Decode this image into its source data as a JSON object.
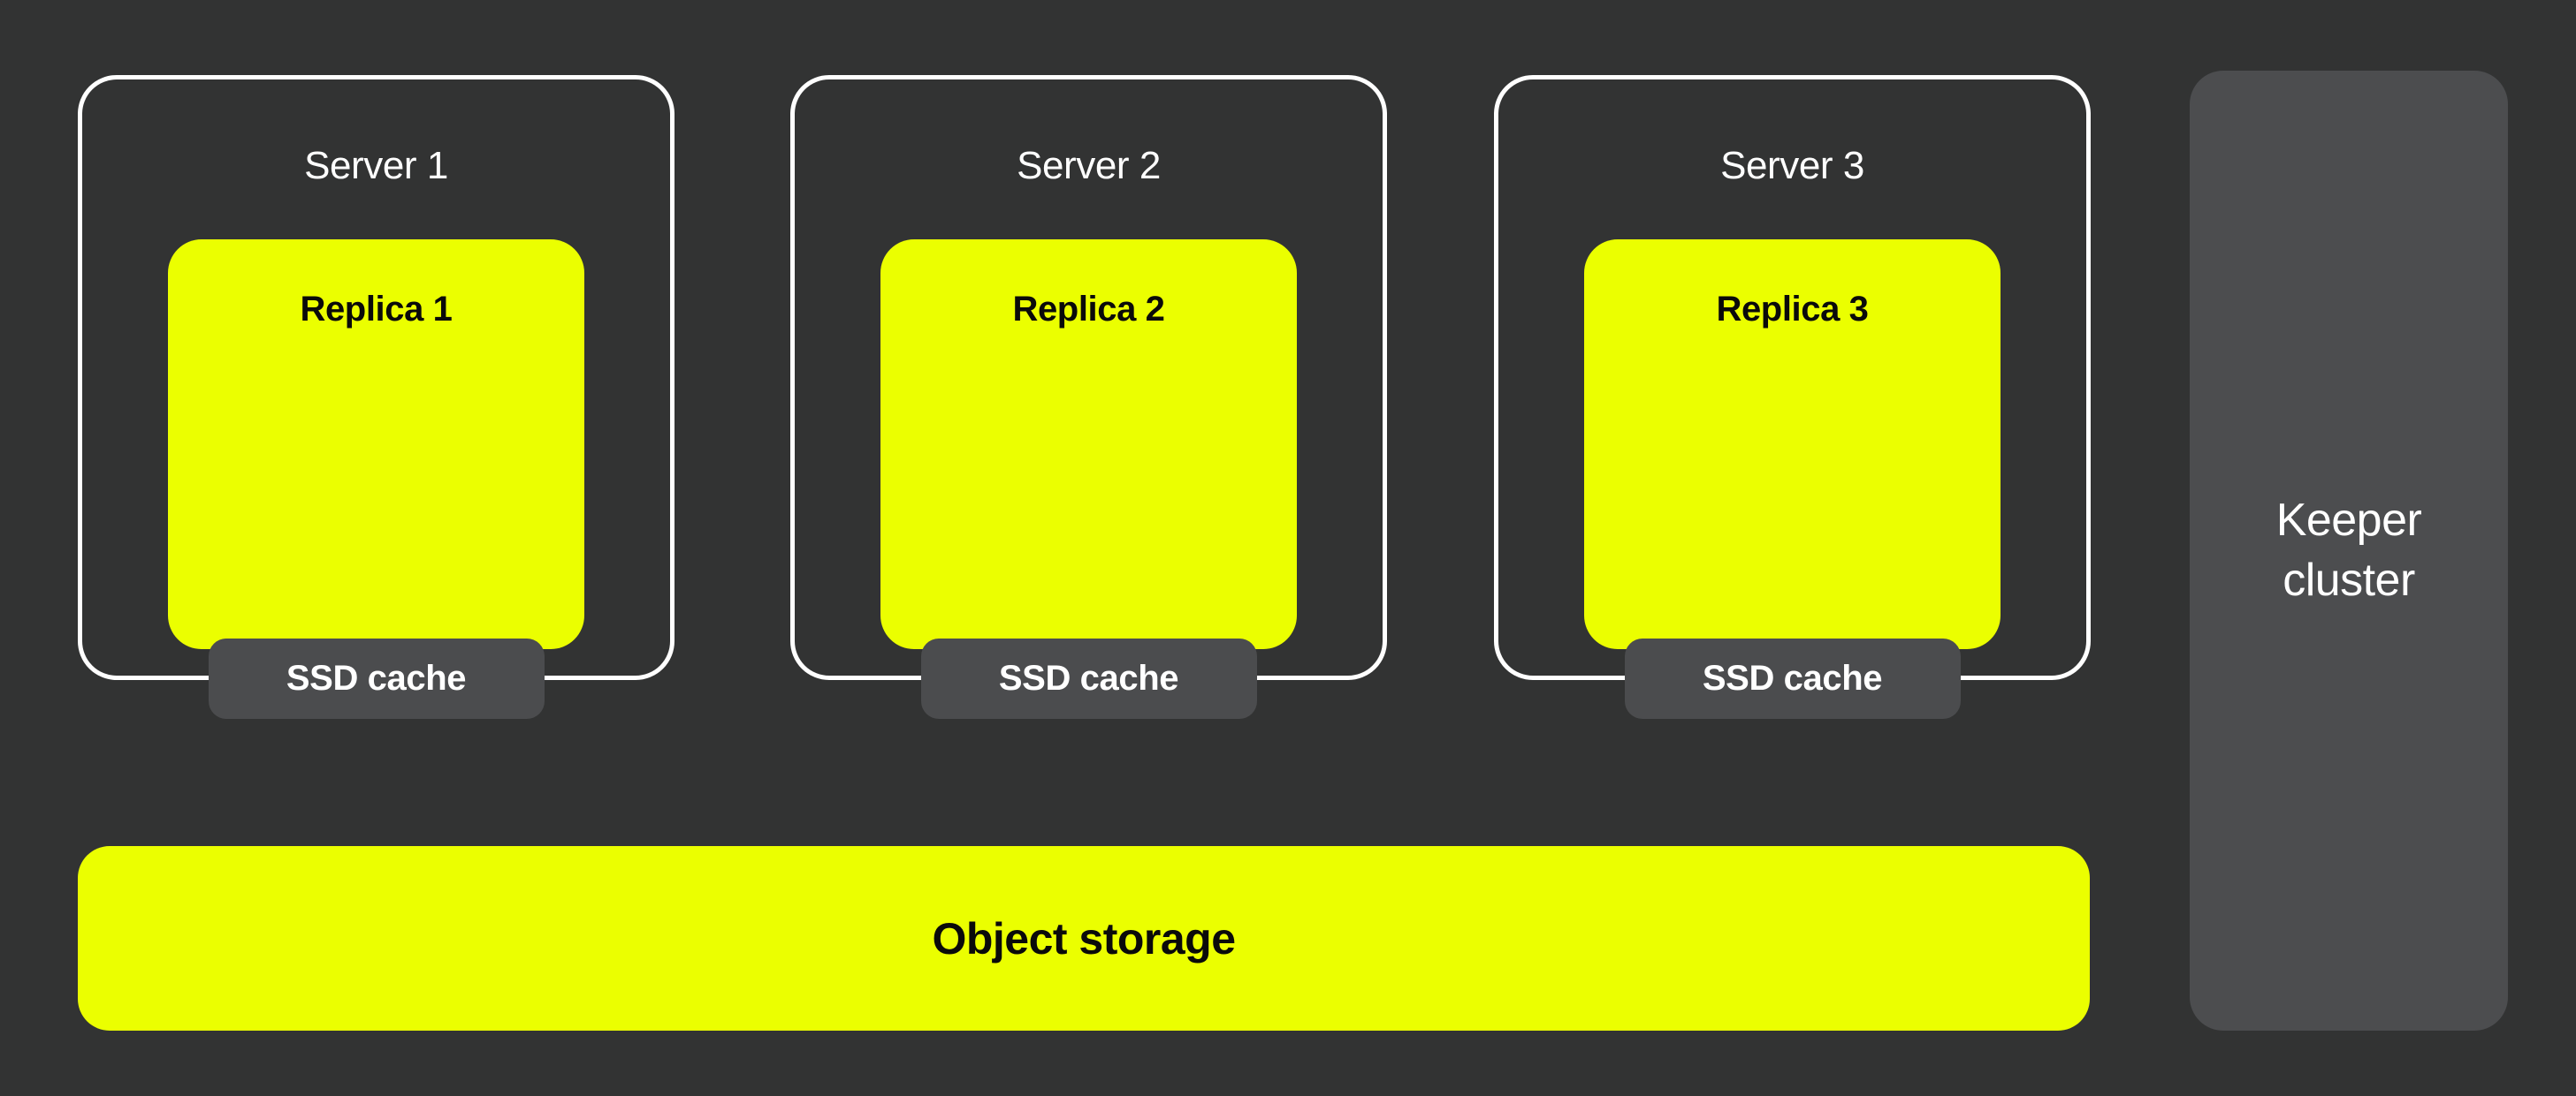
{
  "colors": {
    "bg": "#323333",
    "accent": "#EBFF00",
    "panel": "#4C4D4F",
    "badge": "#4B4C4E",
    "border": "#FFFFFF",
    "text-dark": "#0A0A0A",
    "text-light": "#FFFFFF"
  },
  "servers": [
    {
      "label": "Server 1",
      "replica_label": "Replica 1",
      "cache_label": "SSD cache"
    },
    {
      "label": "Server 2",
      "replica_label": "Replica 2",
      "cache_label": "SSD cache"
    },
    {
      "label": "Server 3",
      "replica_label": "Replica 3",
      "cache_label": "SSD cache"
    }
  ],
  "object_storage": {
    "label": "Object storage"
  },
  "keeper": {
    "label": "Keeper cluster"
  }
}
